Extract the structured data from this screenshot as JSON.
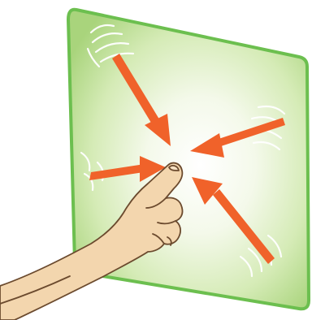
{
  "colors": {
    "background": "#ffffff",
    "panel_border": "#6cbf4f",
    "panel_center": "#ffffff",
    "panel_mid": "#e4f1cf",
    "panel_edge": "#b9dc8e",
    "arrow": "#f0622a",
    "skin": "#f3d6ae",
    "skin_outline": "#6b4a2e",
    "ripple": "#ffffff"
  },
  "icons": {
    "scene": "pinch-zoom-gesture-illustration",
    "panel": "touch-screen-panel",
    "hand": "pointing-hand-icon",
    "arrows": "inward-arrow-icon"
  },
  "gesture": {
    "arrow_count": 4,
    "direction": "inward"
  }
}
